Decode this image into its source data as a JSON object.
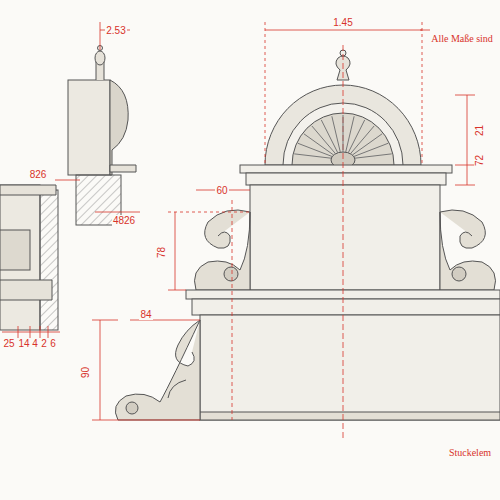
{
  "diagram": {
    "labels": [
      "Alle Maße sind",
      "1.45",
      "2.53",
      "21",
      "72",
      "60",
      "78",
      "84",
      "90",
      "826",
      "4826",
      "25",
      "14",
      "4",
      "2",
      "6",
      "Stuckelem"
    ]
  }
}
